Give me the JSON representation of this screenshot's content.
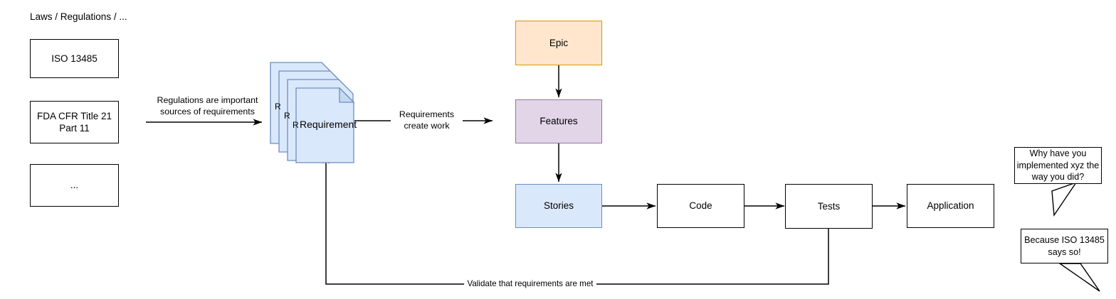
{
  "diagram": {
    "title_label": "Laws / Regulations / ...",
    "regulations": [
      {
        "label": "ISO 13485"
      },
      {
        "label": "FDA CFR Title 21\nPart 11"
      },
      {
        "label": "..."
      }
    ],
    "requirement_stack": {
      "front_label": "Requirement",
      "back_labels": [
        "R",
        "R",
        "R"
      ],
      "count": 4,
      "fill": "#dae8fc",
      "stroke": "#6c8ebf",
      "fold_fill": "#c5d9f1"
    },
    "work_items": [
      {
        "name": "epic",
        "label": "Epic",
        "fill": "#ffe6cc",
        "stroke": "#d79b00"
      },
      {
        "name": "features",
        "label": "Features",
        "fill": "#e1d5e7",
        "stroke": "#9673a6"
      },
      {
        "name": "stories",
        "label": "Stories",
        "fill": "#dae8fc",
        "stroke": "#6c8ebf"
      }
    ],
    "pipeline": [
      {
        "name": "code",
        "label": "Code"
      },
      {
        "name": "tests",
        "label": "Tests"
      },
      {
        "name": "application",
        "label": "Application"
      }
    ],
    "edge_labels": {
      "regulations_to_requirements": "Regulations are important\nsources of requirements",
      "requirements_to_work": "Requirements\ncreate work",
      "validate_feedback": "Validate that requirements are met"
    },
    "speech_bubbles": [
      {
        "name": "question",
        "text": "Why have you\nimplemented xyz the\nway you did?"
      },
      {
        "name": "answer",
        "text": "Because ISO 13485\nsays so!"
      }
    ],
    "colors": {
      "stroke": "#000000",
      "background": "#ffffff"
    }
  }
}
